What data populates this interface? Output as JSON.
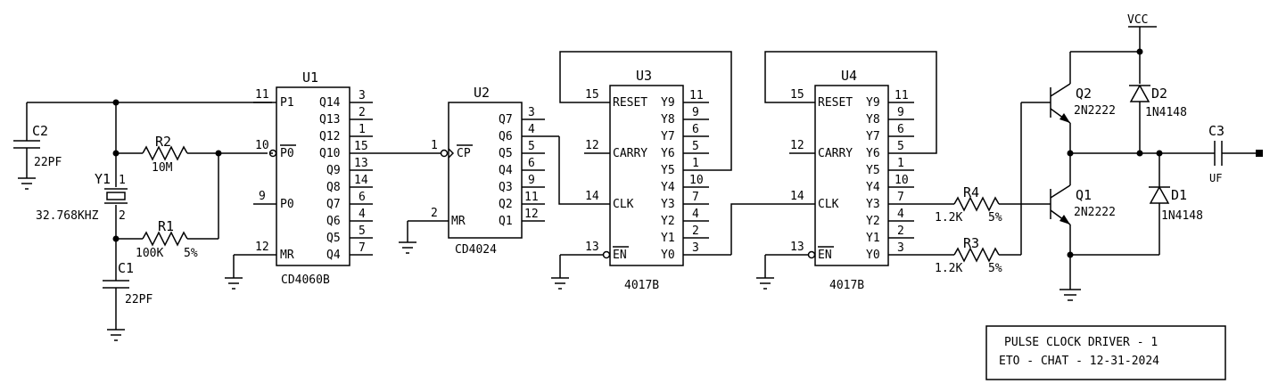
{
  "title_block": {
    "line1": "PULSE CLOCK DRIVER - 1",
    "line2": "ETO - CHAT - 12-31-2024"
  },
  "components": {
    "c2": {
      "ref": "C2",
      "value": "22PF"
    },
    "c1": {
      "ref": "C1",
      "value": "22PF"
    },
    "r2": {
      "ref": "R2",
      "value": "10M"
    },
    "r1": {
      "ref": "R1",
      "value": "100K",
      "tol": "5%"
    },
    "y1": {
      "ref": "Y1",
      "value": "32.768KHZ",
      "pin1": "1",
      "pin2": "2"
    },
    "u1": {
      "ref": "U1",
      "part": "CD4060B"
    },
    "u2": {
      "ref": "U2",
      "part": "CD4024"
    },
    "u3": {
      "ref": "U3",
      "part": "4017B"
    },
    "u4": {
      "ref": "U4",
      "part": "4017B"
    },
    "r4": {
      "ref": "R4",
      "value": "1.2K",
      "tol": "5%"
    },
    "r3": {
      "ref": "R3",
      "value": "1.2K",
      "tol": "5%"
    },
    "q1": {
      "ref": "Q1",
      "part": "2N2222"
    },
    "q2": {
      "ref": "Q2",
      "part": "2N2222"
    },
    "d1": {
      "ref": "D1",
      "part": "1N4148"
    },
    "d2": {
      "ref": "D2",
      "part": "1N4148"
    },
    "c3": {
      "ref": "C3",
      "value": "UF"
    },
    "vcc": "VCC"
  },
  "u1_pins": {
    "left": [
      {
        "num": "11",
        "name": "P1"
      },
      {
        "num": "10",
        "name": "P0"
      },
      {
        "num": "9",
        "name": "P0"
      },
      {
        "num": "12",
        "name": "MR"
      }
    ],
    "right": [
      {
        "name": "Q14",
        "num": "3"
      },
      {
        "name": "Q13",
        "num": "2"
      },
      {
        "name": "Q12",
        "num": "1"
      },
      {
        "name": "Q10",
        "num": "15"
      },
      {
        "name": "Q9",
        "num": "13"
      },
      {
        "name": "Q8",
        "num": "14"
      },
      {
        "name": "Q7",
        "num": "6"
      },
      {
        "name": "Q6",
        "num": "4"
      },
      {
        "name": "Q5",
        "num": "5"
      },
      {
        "name": "Q4",
        "num": "7"
      }
    ]
  },
  "u2_pins": {
    "left": [
      {
        "num": "1",
        "name": "CP"
      },
      {
        "num": "2",
        "name": "MR"
      }
    ],
    "right": [
      {
        "name": "Q7",
        "num": "3"
      },
      {
        "name": "Q6",
        "num": "4"
      },
      {
        "name": "Q5",
        "num": "5"
      },
      {
        "name": "Q4",
        "num": "6"
      },
      {
        "name": "Q3",
        "num": "9"
      },
      {
        "name": "Q2",
        "num": "11"
      },
      {
        "name": "Q1",
        "num": "12"
      }
    ]
  },
  "counter_pins": {
    "left": [
      {
        "num": "15",
        "name": "RESET"
      },
      {
        "num": "12",
        "name": "CARRY"
      },
      {
        "num": "14",
        "name": "CLK"
      },
      {
        "num": "13",
        "name": "EN"
      }
    ],
    "right": [
      {
        "name": "Y9",
        "num": "11"
      },
      {
        "name": "Y8",
        "num": "9"
      },
      {
        "name": "Y7",
        "num": "6"
      },
      {
        "name": "Y6",
        "num": "5"
      },
      {
        "name": "Y5",
        "num": "1"
      },
      {
        "name": "Y4",
        "num": "10"
      },
      {
        "name": "Y3",
        "num": "7"
      },
      {
        "name": "Y2",
        "num": "4"
      },
      {
        "name": "Y1",
        "num": "2"
      },
      {
        "name": "Y0",
        "num": "3"
      }
    ]
  }
}
